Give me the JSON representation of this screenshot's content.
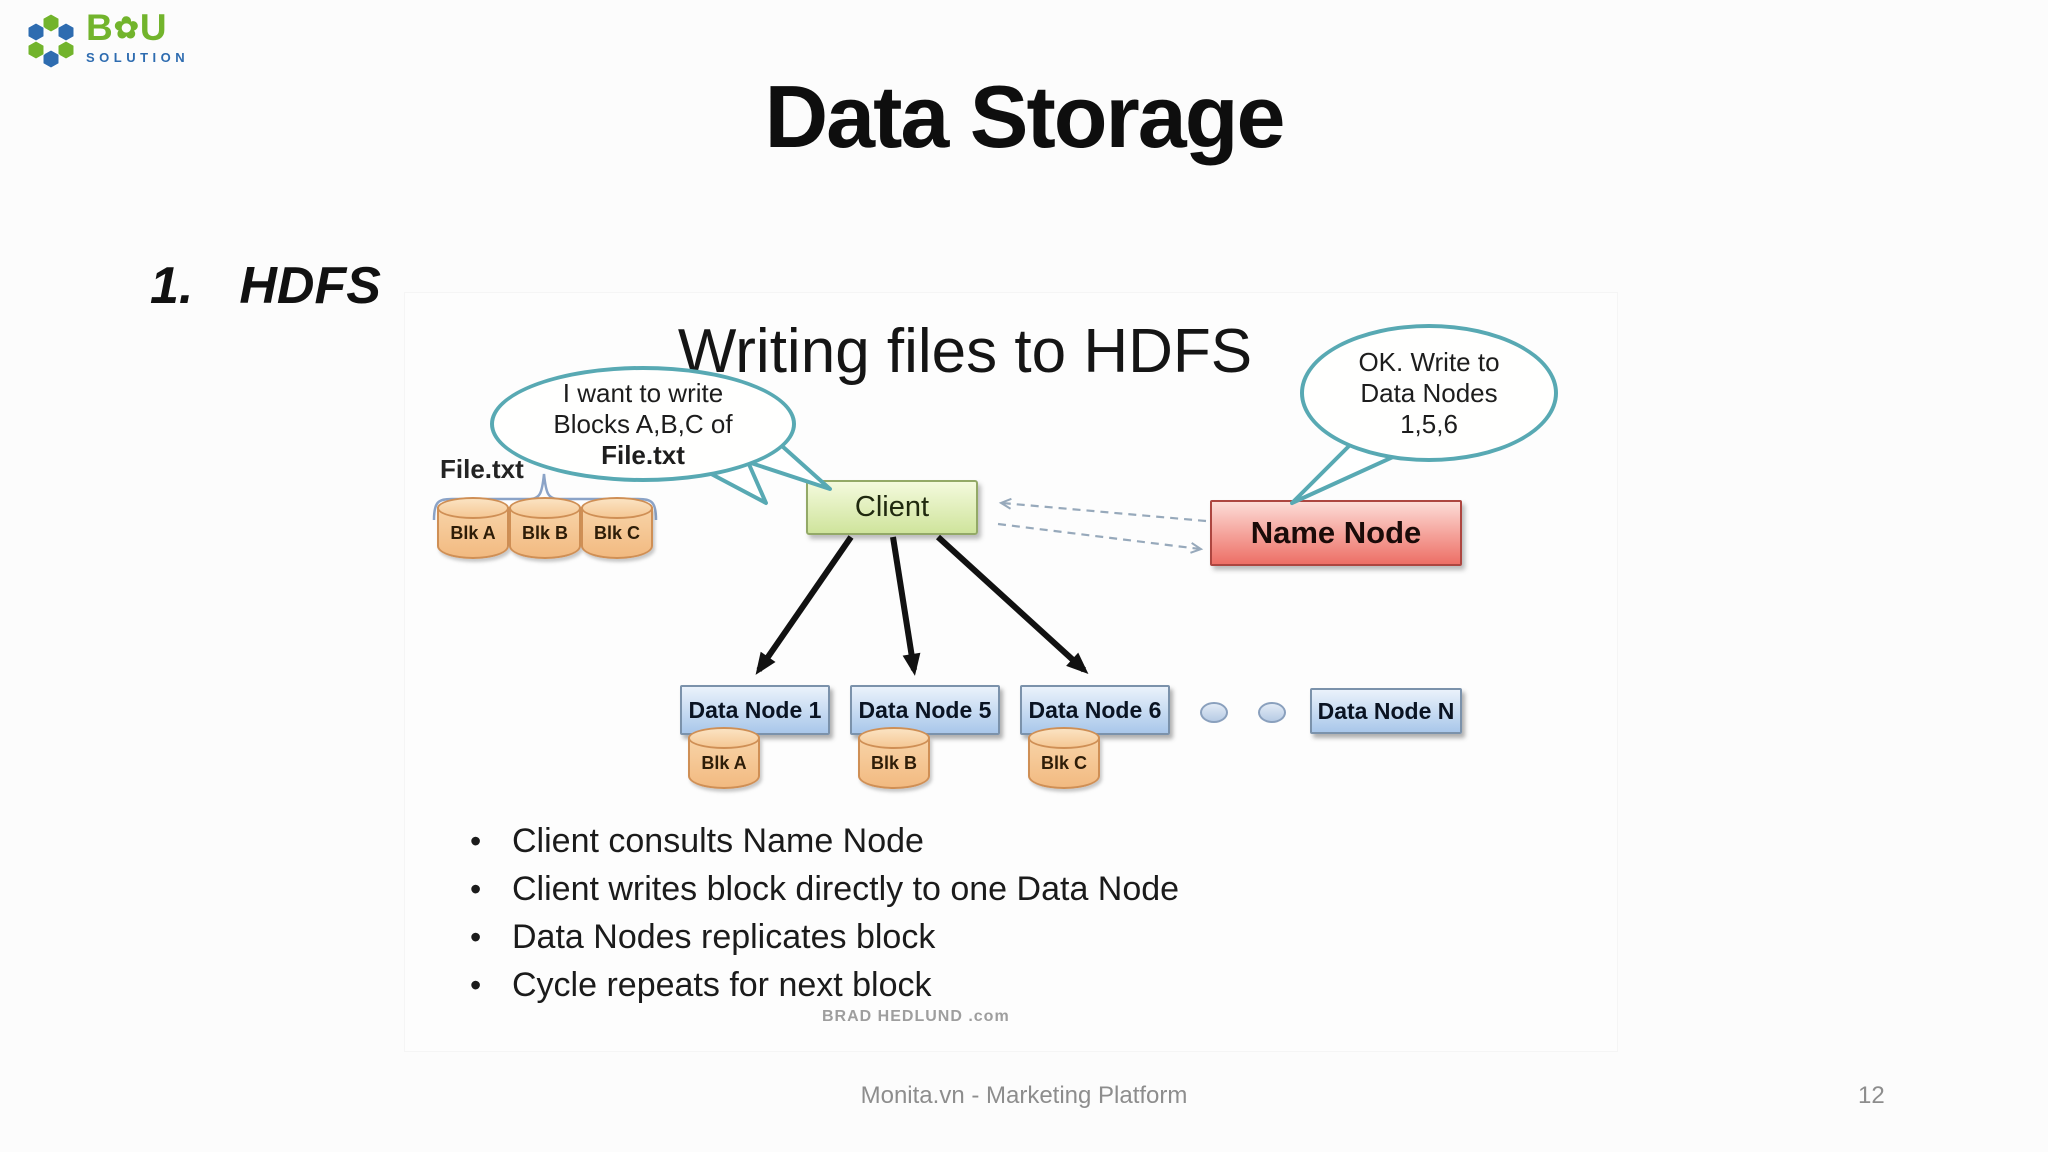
{
  "logo": {
    "brand_b": "B",
    "brand_flower": "✿",
    "brand_u": "U",
    "subtitle": "SOLUTION"
  },
  "slide": {
    "title": "Data Storage",
    "section_number": "1.",
    "section_title": "HDFS",
    "footer": "Monita.vn - Marketing Platform",
    "page_number": "12"
  },
  "diagram": {
    "title": "Writing files to HDFS",
    "client_bubble": {
      "line1": "I want to write",
      "line2": "Blocks A,B,C of",
      "line3": "File.txt"
    },
    "namenode_bubble": {
      "line1": "OK. Write to",
      "line2": "Data Nodes",
      "line3": "1,5,6"
    },
    "file_label": "File.txt",
    "file_blocks": [
      "Blk A",
      "Blk B",
      "Blk C"
    ],
    "client_box": "Client",
    "name_node_box": "Name Node",
    "data_nodes": [
      {
        "label": "Data Node 1",
        "block": "Blk A"
      },
      {
        "label": "Data Node 5",
        "block": "Blk B"
      },
      {
        "label": "Data Node 6",
        "block": "Blk C"
      },
      {
        "label": "Data Node N",
        "block": ""
      }
    ],
    "bullet_char": "•",
    "bullets": [
      "Client consults Name Node",
      "Client writes block directly to one Data Node",
      "Data Nodes replicates block",
      "Cycle repeats for next block"
    ],
    "attribution": "BRAD HEDLUND .com"
  },
  "colors": {
    "bubble_border": "#58a9b3",
    "client_box_fill": "#cfe49c",
    "name_node_fill": "#ed6f66",
    "data_node_fill": "#a9c7ea",
    "block_cylinder_fill": "#f2ba81",
    "logo_green": "#72b42c",
    "logo_blue": "#2e6cb0",
    "footer_text": "#8d8d8d"
  }
}
